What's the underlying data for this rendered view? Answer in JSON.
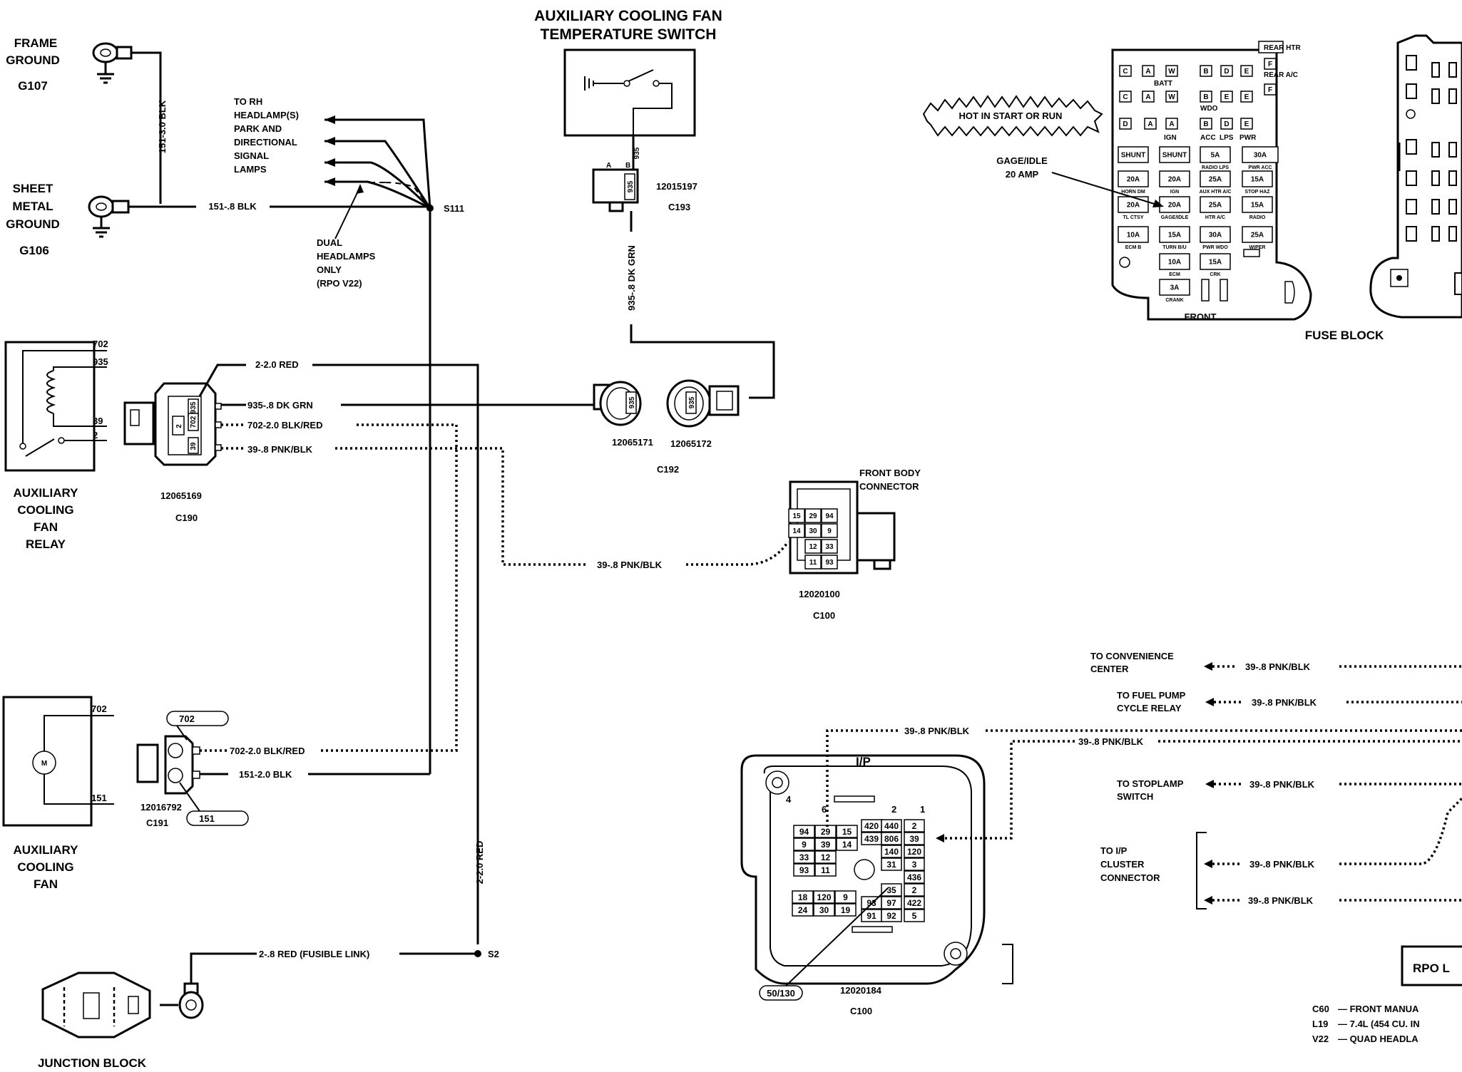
{
  "components": {
    "frame_ground": {
      "name": "FRAME GROUND",
      "id": "G107"
    },
    "sheet_metal_ground": {
      "name": "SHEET METAL GROUND",
      "id": "G106"
    },
    "fan_temp_switch": {
      "title_line1": "AUXILIARY COOLING FAN",
      "title_line2": "TEMPERATURE SWITCH"
    },
    "fan_relay": {
      "name": "AUXILIARY COOLING FAN RELAY",
      "pins": [
        "702",
        "935",
        "39",
        "2"
      ]
    },
    "cooling_fan": {
      "name": "AUXILIARY COOLING FAN",
      "pins": [
        "702",
        "151"
      ]
    },
    "junction_block": {
      "name": "JUNCTION BLOCK"
    },
    "fuse_block": {
      "name": "FUSE BLOCK",
      "front_label": "FRONT",
      "hot_label": "HOT IN START OR RUN",
      "gage_label_line1": "GAGE/IDLE",
      "gage_label_line2": "20 AMP"
    },
    "front_body_connector": {
      "name_line1": "FRONT BODY",
      "name_line2": "CONNECTOR"
    },
    "ip_connector": {
      "name": "I/P"
    }
  },
  "connectors": {
    "c193": {
      "part": "12015197",
      "id": "C193",
      "pin_a": "A",
      "pin_b": "B",
      "cavity": "935"
    },
    "c190": {
      "part": "12065169",
      "id": "C190"
    },
    "c192": {
      "part_left": "12065171",
      "part_right": "12065172",
      "id": "C192",
      "cavity": "935"
    },
    "c191": {
      "part": "12016792",
      "id": "C191",
      "tag1": "702",
      "tag2": "151"
    },
    "c100_front": {
      "part": "12020100",
      "id": "C100",
      "cells": [
        "15",
        "29",
        "94",
        "14",
        "30",
        "9",
        "12",
        "33",
        "11",
        "93"
      ]
    },
    "c100_ip": {
      "part": "12020184",
      "id": "C100",
      "ref": "50/130",
      "left_cells": [
        "94",
        "29",
        "15",
        "9",
        "39",
        "14",
        "33",
        "12",
        "93",
        "11",
        "18",
        "120",
        "9",
        "24",
        "30",
        "19"
      ],
      "right_cells": [
        "420",
        "440",
        "2",
        "439",
        "806",
        "39",
        "140",
        "120",
        "31",
        "3",
        "436",
        "35",
        "2",
        "93",
        "97",
        "422",
        "91",
        "92",
        "5"
      ]
    }
  },
  "splices": {
    "s111": "S111",
    "s2": "S2"
  },
  "wires": {
    "w151_3": "151-3.0 BLK",
    "w151_8": "151-.8 BLK",
    "w935_sw": "935",
    "w935_vert": "935-.8 DK GRN",
    "w2_red": "2-2.0 RED",
    "w935_h": "935-.8 DK GRN",
    "w702_h": "702-2.0 BLK/RED",
    "w39_h": "39-.8 PNK/BLK",
    "w39_fb": "39-.8 PNK/BLK",
    "w702_fan": "702-2.0 BLK/RED",
    "w151_fan": "151-2.0 BLK",
    "w2_vert": "2-2.0 RED",
    "w2_fusible": "2-.8 RED (FUSIBLE LINK)",
    "w39_ip1": "39-.8 PNK/BLK",
    "w39_ip2": "39-.8 PNK/BLK",
    "w39_conv": "39-.8 PNK/BLK",
    "w39_fuel": "39-.8 PNK/BLK",
    "w39_stop": "39-.8 PNK/BLK",
    "w39_clu1": "39-.8 PNK/BLK",
    "w39_clu2": "39-.8 PNK/BLK"
  },
  "annotations": {
    "rh_lamps": [
      "TO RH",
      "HEADLAMP(S)",
      "PARK AND",
      "DIRECTIONAL",
      "SIGNAL",
      "LAMPS"
    ],
    "dual_lamps": [
      "DUAL",
      "HEADLAMPS",
      "ONLY",
      "(RPO V22)"
    ],
    "convenience": [
      "TO CONVENIENCE",
      "CENTER"
    ],
    "fuel_pump": [
      "TO FUEL PUMP",
      "CYCLE RELAY"
    ],
    "stoplamp": [
      "TO STOPLAMP",
      "SWITCH"
    ],
    "cluster": [
      "TO I/P",
      "CLUSTER",
      "CONNECTOR"
    ]
  },
  "fuse_block": {
    "letters": [
      "C",
      "A",
      "W",
      "B",
      "D",
      "E",
      "C",
      "A",
      "W",
      "B",
      "E",
      "E",
      "D",
      "A",
      "A",
      "B",
      "D",
      "E",
      "F",
      "F"
    ],
    "fuses": [
      {
        "rating": "SHUNT",
        "name": ""
      },
      {
        "rating": "SHUNT",
        "name": ""
      },
      {
        "rating": "5A",
        "name": "RADIO LPS"
      },
      {
        "rating": "30A",
        "name": "PWR ACC"
      },
      {
        "rating": "20A",
        "name": "HORN DM"
      },
      {
        "rating": "20A",
        "name": "IGN"
      },
      {
        "rating": "25A",
        "name": "AUX HTR A/C"
      },
      {
        "rating": "15A",
        "name": "STOP HAZ"
      },
      {
        "rating": "20A",
        "name": "TL CTSY"
      },
      {
        "rating": "20A",
        "name": "GAGE/IDLE"
      },
      {
        "rating": "25A",
        "name": "HTR A/C"
      },
      {
        "rating": "15A",
        "name": "RADIO"
      },
      {
        "rating": "10A",
        "name": "ECM B"
      },
      {
        "rating": "15A",
        "name": "TURN B/U"
      },
      {
        "rating": "30A",
        "name": "PWR WDO"
      },
      {
        "rating": "25A",
        "name": "WIPER"
      },
      {
        "rating": "10A",
        "name": "ECM"
      },
      {
        "rating": "15A",
        "name": "CRK"
      },
      {
        "rating": "3A",
        "name": "CRANK"
      }
    ],
    "tiny_labels": [
      "BATT",
      "IGN",
      "ACC",
      "LPS",
      "PWR",
      "WDO",
      "REAR HTR",
      "REAR A/C"
    ]
  },
  "rpo": {
    "box_label": "RPO L",
    "entries": [
      {
        "code": "C60",
        "text": "— FRONT MANUA"
      },
      {
        "code": "L19",
        "text": "— 7.4L (454 CU. IN"
      },
      {
        "code": "V22",
        "text": "— QUAD HEADLA"
      }
    ]
  }
}
